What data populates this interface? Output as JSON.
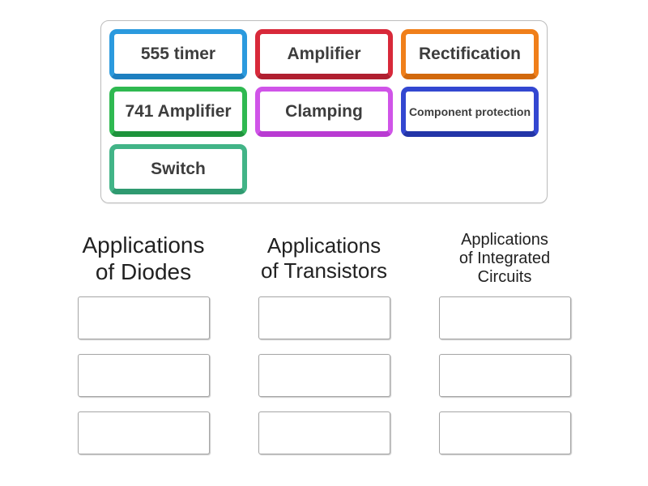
{
  "tray": {
    "tiles": [
      {
        "label": "555 timer",
        "border_color": "#2b9ade",
        "border_bottom_color": "#1d7fc0"
      },
      {
        "label": "Amplifier",
        "border_color": "#d8293a",
        "border_bottom_color": "#b01f30"
      },
      {
        "label": "Rectification",
        "border_color": "#f07f1a",
        "border_bottom_color": "#d2690d"
      },
      {
        "label": "741 Amplifier",
        "border_color": "#2fb951",
        "border_bottom_color": "#1e933c"
      },
      {
        "label": "Clamping",
        "border_color": "#d054e8",
        "border_bottom_color": "#b93bd2"
      },
      {
        "label": "Component protection",
        "border_color": "#3347d1",
        "border_bottom_color": "#2335a8"
      },
      {
        "label": "Switch",
        "border_color": "#42b487",
        "border_bottom_color": "#2f9a70"
      }
    ]
  },
  "groups": [
    {
      "title": "Applications of Diodes",
      "title_lines": [
        "Applications",
        "of Diodes"
      ],
      "slot_count": 3
    },
    {
      "title": "Applications of Transistors",
      "title_lines": [
        "Applications",
        "of Transistors"
      ],
      "slot_count": 3
    },
    {
      "title": "Applications of Integrated Circuits",
      "title_lines": [
        "Applications",
        "of Integrated",
        "Circuits"
      ],
      "slot_count": 3
    }
  ]
}
